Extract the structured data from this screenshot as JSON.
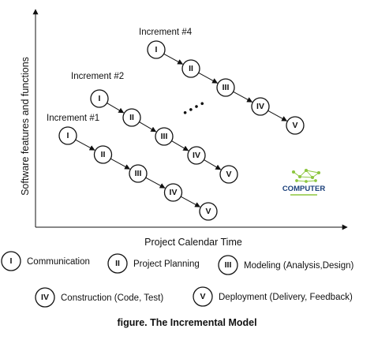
{
  "axes": {
    "y_label": "Software features and functions",
    "x_label": "Project Calendar Time"
  },
  "increments": [
    {
      "label": "Increment #1",
      "phases": [
        "I",
        "II",
        "III",
        "IV",
        "V"
      ]
    },
    {
      "label": "Increment #2",
      "phases": [
        "I",
        "II",
        "III",
        "IV",
        "V"
      ]
    },
    {
      "label": "Increment #4",
      "phases": [
        "I",
        "II",
        "III",
        "IV",
        "V"
      ]
    }
  ],
  "ellipsis": "• • • •",
  "logo": {
    "name": "computer-science-logo",
    "text": "COMPUTER",
    "accent_color": "#8dc63f",
    "text_color": "#1a3f7a"
  },
  "legend": [
    {
      "phase": "I",
      "label": "Communication"
    },
    {
      "phase": "II",
      "label": "Project Planning"
    },
    {
      "phase": "III",
      "label": "Modeling (Analysis,Design)"
    },
    {
      "phase": "IV",
      "label": "Construction (Code, Test)"
    },
    {
      "phase": "V",
      "label": "Deployment (Delivery, Feedback)"
    }
  ],
  "caption": "figure. The Incremental Model"
}
